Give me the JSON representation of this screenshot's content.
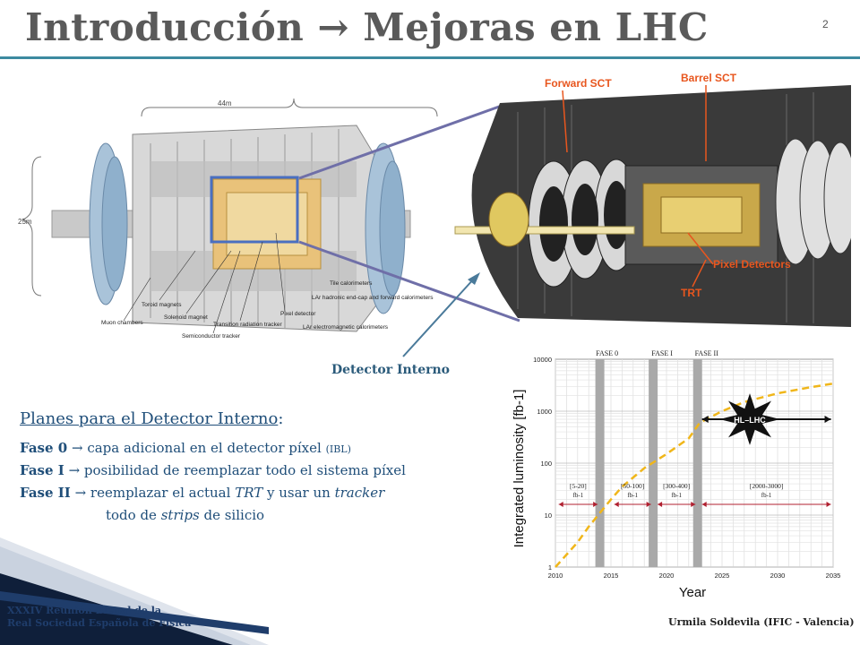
{
  "slide": {
    "title": "Introducción → Mejoras en LHC",
    "page_number": "2",
    "colors": {
      "title": "#5a5a5a",
      "rule": "#3d8aa0",
      "body_text": "#1f4e79",
      "connector": "#6f6fa8"
    }
  },
  "atlas_figure": {
    "dimension_length": "44m",
    "dimension_height": "25m",
    "labels": [
      "Tile calorimeters",
      "LAr hadronic end-cap and forward calorimeters",
      "Pixel detector",
      "LAr electromagnetic calorimeters",
      "Toroid magnets",
      "Solenoid magnet",
      "Transition radiation tracker",
      "Muon chambers",
      "Semiconductor tracker"
    ]
  },
  "inner_figure": {
    "labels": [
      "Forward SCT",
      "Barrel SCT",
      "Pixel Detectors",
      "TRT"
    ],
    "label_color": "#e8561e"
  },
  "detector_label": "Detector Interno",
  "plans": {
    "title": "Planes para el Detector Interno",
    "title_suffix": ":",
    "items": [
      {
        "name": "Fase 0",
        "text": " capa adicional en el detector píxel ",
        "note": "(IBL)"
      },
      {
        "name": "Fase I",
        "text": " posibilidad de reemplazar todo el sistema píxel"
      },
      {
        "name": "Fase II",
        "text_a": " reemplazar el actual ",
        "em_a": "TRT",
        "text_b": " y usar un ",
        "em_b": "tracker",
        "line2_a": "todo de ",
        "line2_em": "strips",
        "line2_b": " de silicio"
      }
    ],
    "arrow": "→"
  },
  "chart_data": {
    "type": "line",
    "xlabel": "Year",
    "ylabel": "Integrated luminosity [fb-1]",
    "xlim": [
      2010,
      2035
    ],
    "ylim": [
      1,
      10000
    ],
    "yscale": "log",
    "grid": true,
    "x_ticks": [
      2010,
      2015,
      2020,
      2025,
      2030,
      2035
    ],
    "y_ticks": [
      1,
      10,
      100,
      1000,
      10000
    ],
    "series": [
      {
        "x": [
          2010,
          2012,
          2013,
          2015,
          2016,
          2018,
          2020,
          2022,
          2023,
          2025,
          2027,
          2030,
          2033,
          2035
        ],
        "y": [
          1,
          3,
          6,
          20,
          35,
          80,
          150,
          300,
          600,
          1000,
          1500,
          2200,
          2900,
          3400
        ],
        "color": "#f0b61a",
        "style": "dashed"
      }
    ],
    "shutdown_bars": [
      2014,
      2018.8,
      2022.8
    ],
    "phase_labels": [
      {
        "text": "FASE 0",
        "x": 2014
      },
      {
        "text": "FASE I",
        "x": 2018.8
      },
      {
        "text": "FASE II",
        "x": 2022.8
      }
    ],
    "range_annotations": [
      {
        "text": "[5-20]",
        "unit": "fb-1",
        "x0": 2010.3,
        "x1": 2013.8
      },
      {
        "text": "[50-100]",
        "unit": "fb-1",
        "x0": 2015.3,
        "x1": 2018.6
      },
      {
        "text": "[300-400]",
        "unit": "fb-1",
        "x0": 2019.2,
        "x1": 2022.6
      },
      {
        "text": "[2000-3000]",
        "unit": "fb-1",
        "x0": 2023.2,
        "x1": 2034.8
      }
    ],
    "hl_lhc_label": "HL–LHC",
    "hl_lhc_y": 700
  },
  "footer": {
    "left_line1": "XXXIV Reunión Bienal de la",
    "left_line2": "Real Sociedad Española de Física",
    "right": "Urmila Soldevila (IFIC - Valencia)"
  }
}
